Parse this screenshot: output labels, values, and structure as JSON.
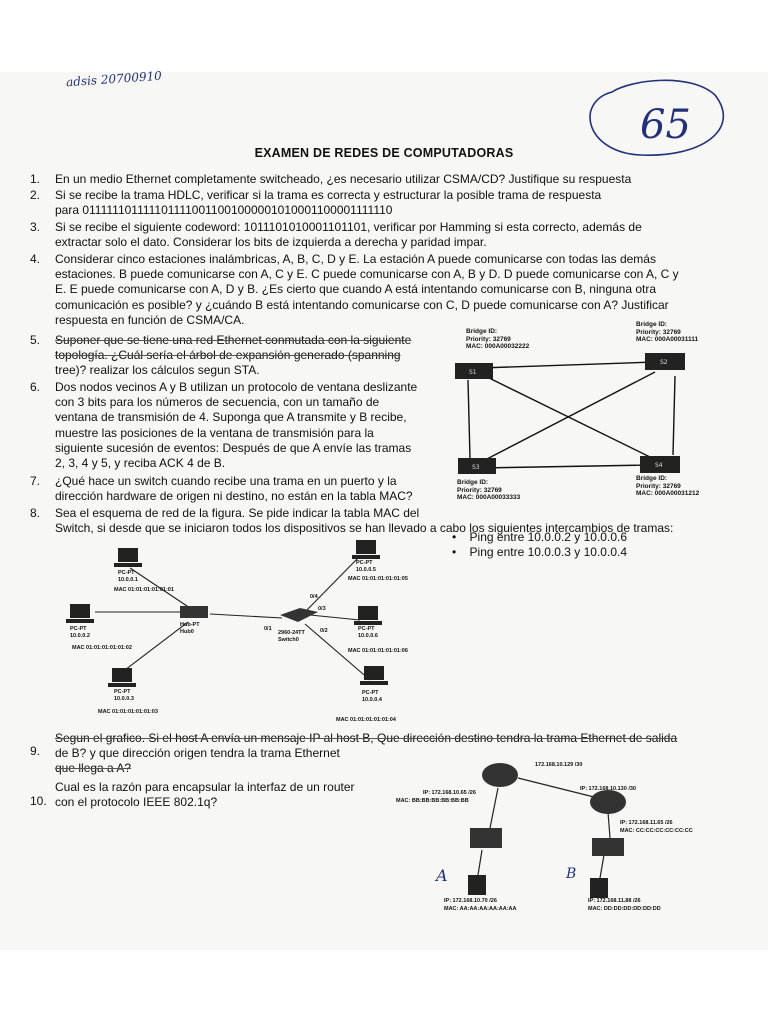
{
  "handwriting": {
    "top_note": "adsis 20700910",
    "grade": "65",
    "host_a": "A",
    "host_b": "B"
  },
  "title": "EXAMEN DE REDES DE COMPUTADORAS",
  "questions": [
    {
      "num": "1.",
      "lines": [
        "En un medio Ethernet completamente switcheado, ¿es necesario utilizar CSMA/CD? Justifique su respuesta"
      ]
    },
    {
      "num": "2.",
      "lines": [
        "Si se recibe la trama HDLC, verificar si la trama es correcta y estructurar la posible trama de respuesta",
        "para 0111111011111011110011001000001010001100001111110"
      ]
    },
    {
      "num": "3.",
      "lines": [
        "Si se recibe el siguiente codeword: 1011101010001101101, verificar por Hamming si esta correcto, además de",
        "extractar solo el dato. Considerar los bits de izquierda a derecha y paridad impar."
      ]
    },
    {
      "num": "4.",
      "lines": [
        "Considerar cinco estaciones inalámbricas, A, B, C, D y E. La estación A puede comunicarse con todas las demás",
        "estaciones. B puede comunicarse con A, C y E.  C puede comunicarse con A, B y D. D puede comunicarse con A, C y",
        "E. E puede comunicarse con A, D y B. ¿Es cierto que cuando A está intentando comunicarse con B, ninguna otra",
        "comunicación es posible? y ¿cuándo B está intentando comunicarse con C, D puede comunicarse con A? Justificar",
        "respuesta en función de CSMA/CA."
      ]
    },
    {
      "num": "5.",
      "lines": [
        "Suponer que se tiene una red Ethernet conmutada con la siguiente",
        "topología. ¿Cuál sería el árbol de expansión generado (spanning",
        "tree)? realizar los cálculos segun STA."
      ]
    },
    {
      "num": "6.",
      "lines": [
        "Dos nodos vecinos A y B utilizan un protocolo de ventana deslizante",
        "con 3 bits para los números de secuencia, con un tamaño de",
        "ventana de transmisión de 4. Suponga que A transmite y B recibe,",
        "muestre las posiciones de la ventana de transmisión para la",
        "siguiente sucesión de eventos: Después de que A envíe las tramas",
        "2, 3, 4 y 5, y reciba ACK 4 de B."
      ]
    },
    {
      "num": "7.",
      "lines": [
        "¿Qué hace un switch cuando recibe una trama en un puerto y la",
        "dirección hardware de origen ni destino, no están en la tabla MAC?"
      ]
    },
    {
      "num": "8.",
      "lines": [
        "Sea el esquema de red de la figura. Se pide indicar la tabla MAC del",
        "Switch, si desde que se iniciaron todos los dispositivos se han llevado a cabo los siguientes intercambios de tramas:"
      ]
    },
    {
      "num": "9.",
      "lines": [
        "Segun el grafico. Si el host A envía un mensaje IP al host B, Que dirección destino tendra la trama Ethernet de salida",
        "de B? y que dirección origen tendra la trama Ethernet",
        "que llega a A?"
      ]
    },
    {
      "num": "10.",
      "lines": [
        "Cual es la razón para encapsular la interfaz de un router",
        "con el protocolo IEEE 802.1q?"
      ]
    }
  ],
  "ping_list": [
    "Ping entre 10.0.0.2 y 10.0.0.6",
    "Ping entre 10.0.0.3 y 10.0.0.4"
  ],
  "stp": {
    "bridges": [
      {
        "id": "S1",
        "lines": [
          "Bridge ID:",
          "Priority: 32769",
          "MAC: 000A00032222"
        ]
      },
      {
        "id": "S2",
        "lines": [
          "Bridge ID:",
          "Priority: 32769",
          "MAC: 000A00031111"
        ]
      },
      {
        "id": "S3",
        "lines": [
          "Bridge ID:",
          "Priority: 32769",
          "MAC: 000A00033333"
        ]
      },
      {
        "id": "S4",
        "lines": [
          "Bridge ID:",
          "Priority: 32769",
          "MAC: 000A00031212"
        ]
      }
    ]
  },
  "lan": {
    "pcs": [
      {
        "type": "PC-PT",
        "ip": "10.0.0.1",
        "mac": "MAC 01:01:01:01:01:01"
      },
      {
        "type": "PC-PT",
        "ip": "10.0.0.2",
        "mac": "MAC 01:01:01:01:01:02"
      },
      {
        "type": "PC-PT",
        "ip": "10.0.0.3",
        "mac": "MAC 01:01:01:01:01:03"
      },
      {
        "type": "PC-PT",
        "ip": "10.0.0.5",
        "mac": "MAC 01:01:01:01:01:05"
      },
      {
        "type": "PC-PT",
        "ip": "10.0.0.6",
        "mac": "MAC 01:01:01:01:01:06"
      },
      {
        "type": "PC-PT",
        "ip": "10.0.0.4",
        "mac": "MAC 01:01:01:01:01:04"
      }
    ],
    "hub": [
      "Hub-PT",
      "Hub0"
    ],
    "switch": [
      "2960-24TT",
      "Switch0"
    ],
    "ports": [
      "0/1",
      "0/2",
      "0/3",
      "0/4"
    ]
  },
  "routed": {
    "link": "172.168.10.129 /30",
    "r1_ip": "IP: 172.168.10.65 /26",
    "r1_mac": "MAC: BB:BB:BB:BB:BB:BB",
    "r2_ip": "IP: 172.168.10.130 /30",
    "r2_lan_ip": "IP: 172.168.11.65 /26",
    "r2_lan_mac": "MAC: CC:CC:CC:CC:CC:CC",
    "a_ip": "IP: 172.168.10.70 /26",
    "a_mac": "MAC: AA:AA:AA:AA:AA:AA",
    "b_ip": "IP: 172.168.11.88 /26",
    "b_mac": "MAC: DD:DD:DD:DD:DD:DD"
  }
}
